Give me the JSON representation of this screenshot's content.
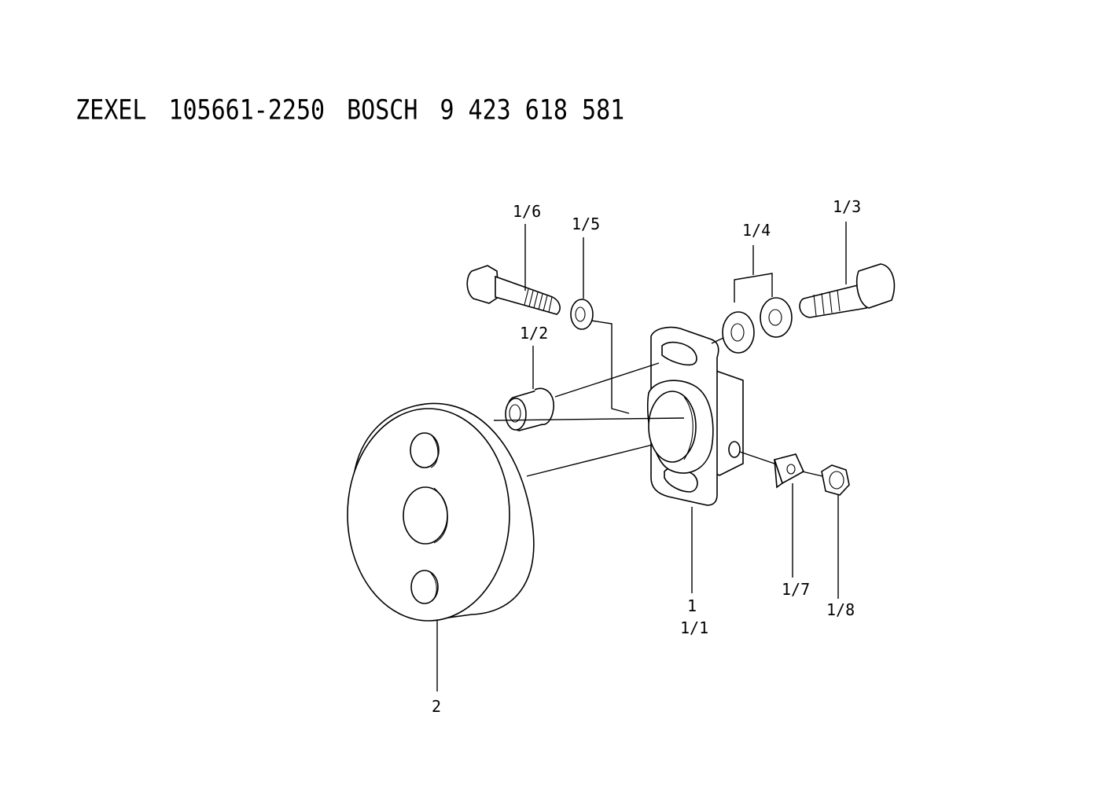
{
  "header": {
    "brand1": "ZEXEL",
    "number1": "105661-2250",
    "brand2": "BOSCH",
    "number2": "9 423 618 581"
  },
  "labels": {
    "p1_6": "1/6",
    "p1_5": "1/5",
    "p1_4": "1/4",
    "p1_3": "1/3",
    "p1_2": "1/2",
    "p1": "1",
    "p1_1": "1/1",
    "p1_7": "1/7",
    "p1_8": "1/8",
    "p2": "2"
  }
}
